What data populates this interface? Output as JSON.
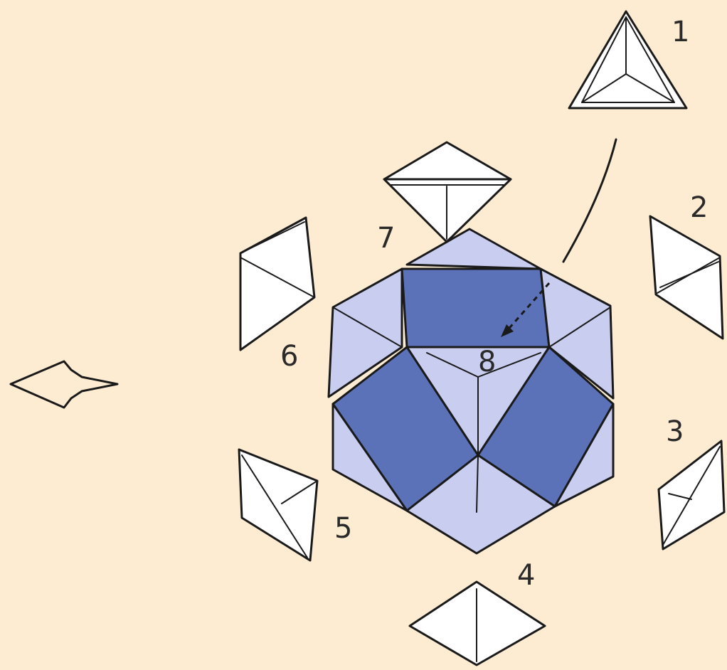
{
  "labels": {
    "unit1": "1",
    "unit2": "2",
    "unit3": "3",
    "unit4": "4",
    "unit5": "5",
    "unit6": "6",
    "unit7": "7",
    "unit8": "8"
  },
  "colors": {
    "background": "#fdecd2",
    "light_face": "#c9cdf0",
    "dark_face": "#5b72b8",
    "unit_fill": "#ffffff",
    "ink": "#1a1a1a"
  }
}
